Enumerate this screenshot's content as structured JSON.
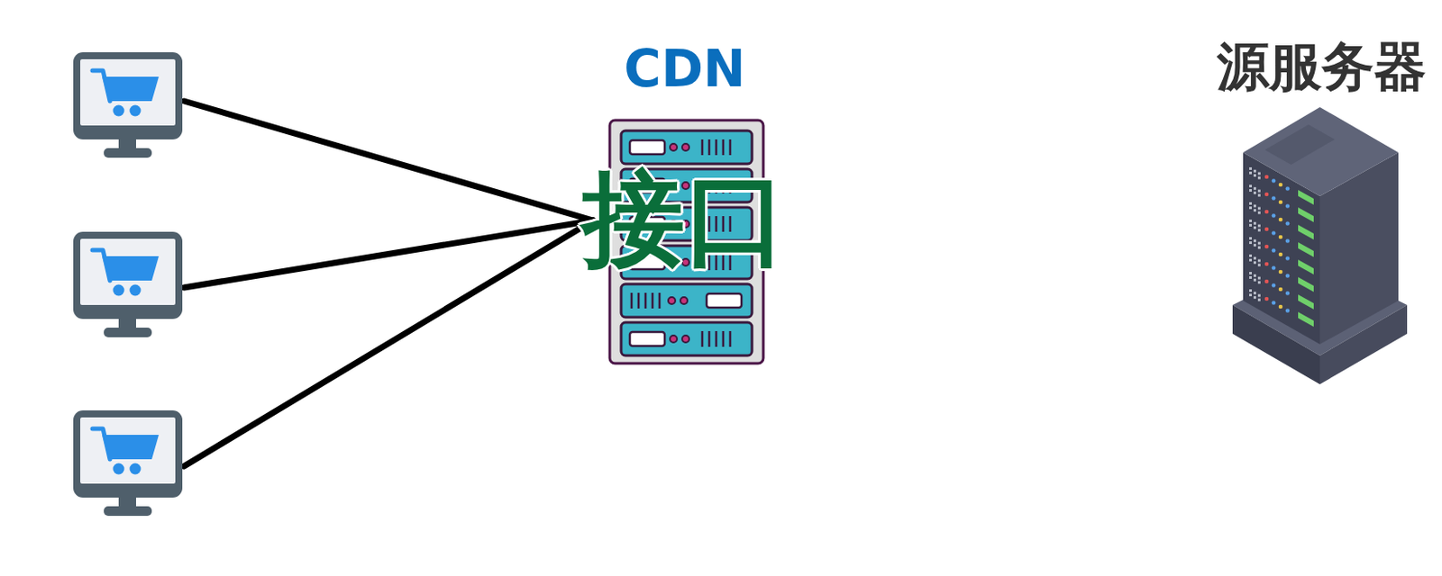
{
  "diagram": {
    "nodes": [
      {
        "text": [
          "CDN",
          "接口"
        ]
      },
      {
        "text": [
          "源服务器"
        ]
      }
    ]
  }
}
